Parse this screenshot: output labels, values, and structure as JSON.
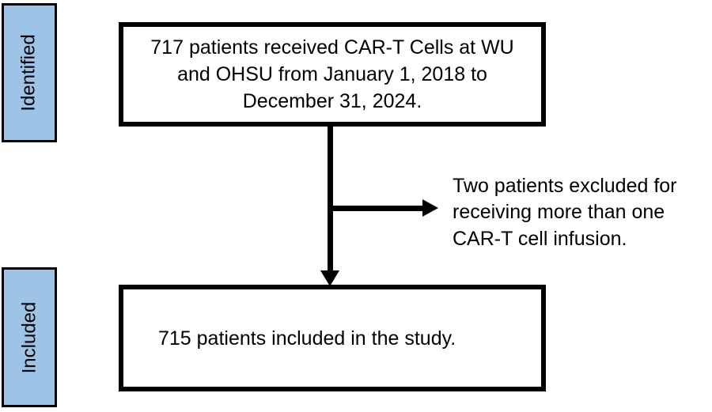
{
  "diagram": {
    "type": "patient-flow-chart",
    "accent_color": "#9DC3E6",
    "line_color": "#000000",
    "background_color": "#FFFFFF",
    "stages": [
      {
        "key": "identified",
        "label": "Identified"
      },
      {
        "key": "included",
        "label": "Included"
      }
    ],
    "nodes": [
      {
        "key": "identified_box",
        "text": "717 patients received CAR-T Cells at WU\nand OHSU from January 1, 2018 to\nDecember 31, 2024.",
        "count": 717,
        "align": "center"
      },
      {
        "key": "included_box",
        "text": "715 patients included in the study.",
        "count": 715,
        "align": "left"
      }
    ],
    "exclusions": [
      {
        "key": "excluded_note",
        "text": "Two patients excluded for\nreceiving more than one\nCAR-T cell infusion.",
        "count": 2
      }
    ],
    "connectors": [
      {
        "key": "main-flow-arrow",
        "direction": "down",
        "from": "identified_box",
        "to": "included_box"
      },
      {
        "key": "exclusion-branch-arrow",
        "direction": "right",
        "from": "main-flow-arrow",
        "to": "excluded_note"
      }
    ]
  }
}
